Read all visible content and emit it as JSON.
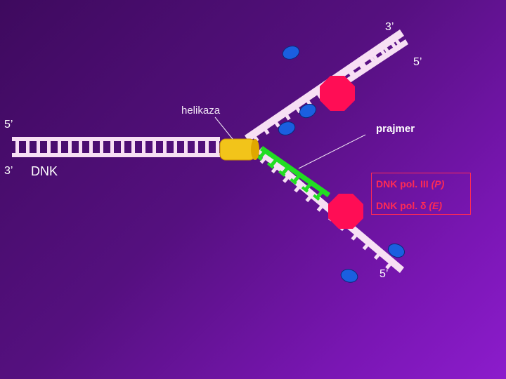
{
  "labels": {
    "top_strand_3prime": "3’",
    "top_strand_5prime": "5’",
    "left_top_5prime": "5’",
    "left_bottom_3prime": "3’",
    "dnk": "DNK",
    "helikaza": "helikaza",
    "prajmer": "prajmer",
    "bottom_strand_5prime": "5’"
  },
  "legend": {
    "rows": [
      {
        "name": "DNK pol. III",
        "sub": "(P)"
      },
      {
        "name": "DNK pol. δ",
        "sub": "(E)"
      }
    ]
  },
  "colors": {
    "background_start": "#3e0a5e",
    "background_end": "#8c1ccc",
    "dna_strand": "#f7dff4",
    "primer": "#22dd22",
    "helicase": "#f2c41a",
    "polymerase": "#ff0d55",
    "ssb_protein": "#1a5fe0",
    "legend_text": "#ff2a55"
  }
}
